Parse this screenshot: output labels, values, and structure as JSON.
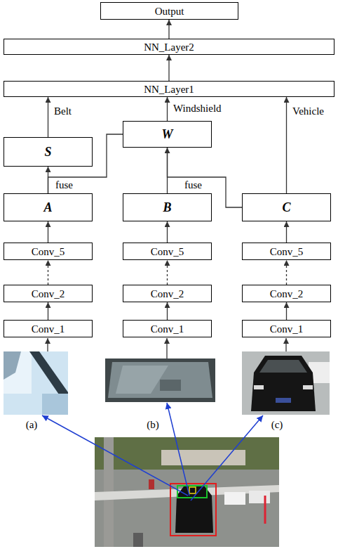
{
  "diagram": {
    "nodes": [
      {
        "text": [
          "Output"
        ]
      },
      {
        "text": [
          "NN_Layer2"
        ]
      },
      {
        "text": [
          "NN_Layer1"
        ]
      },
      {
        "text": [
          "S"
        ]
      },
      {
        "text": [
          "W"
        ]
      },
      {
        "text": [
          "A"
        ]
      },
      {
        "text": [
          "B"
        ]
      },
      {
        "text": [
          "C"
        ]
      },
      {
        "text": [
          "Conv_5"
        ]
      },
      {
        "text": [
          "Conv_5"
        ]
      },
      {
        "text": [
          "Conv_5"
        ]
      },
      {
        "text": [
          "Conv_2"
        ]
      },
      {
        "text": [
          "Conv_2"
        ]
      },
      {
        "text": [
          "Conv_2"
        ]
      },
      {
        "text": [
          "Conv_1"
        ]
      },
      {
        "text": [
          "Conv_1"
        ]
      },
      {
        "text": [
          "Conv_1"
        ]
      }
    ],
    "edges": [
      {
        "from": 1,
        "to": 0,
        "arrow": "to"
      },
      {
        "from": 2,
        "to": 1,
        "arrow": "to"
      },
      {
        "from": 3,
        "to": 2,
        "label": "Belt",
        "arrow": "to"
      },
      {
        "from": 4,
        "to": 2,
        "label": "Windshield",
        "arrow": "to"
      },
      {
        "from": 7,
        "to": 2,
        "label": "Vehicle",
        "arrow": "to"
      },
      {
        "from": 5,
        "to": 3,
        "arrow": "to"
      },
      {
        "from": 5,
        "to": 4,
        "label": "fuse",
        "arrow": "none"
      },
      {
        "from": 6,
        "to": 4,
        "arrow": "to"
      },
      {
        "from": 7,
        "to": 4,
        "label": "fuse",
        "arrow": "none"
      },
      {
        "from": 8,
        "to": 5,
        "arrow": "to"
      },
      {
        "from": 9,
        "to": 6,
        "arrow": "to"
      },
      {
        "from": 10,
        "to": 7,
        "arrow": "to"
      },
      {
        "from": 11,
        "to": 8,
        "arrow": "to"
      },
      {
        "from": 12,
        "to": 9,
        "arrow": "to"
      },
      {
        "from": 13,
        "to": 10,
        "arrow": "to"
      },
      {
        "from": 14,
        "to": 11,
        "arrow": "to"
      },
      {
        "from": 15,
        "to": 12,
        "arrow": "to"
      },
      {
        "from": 16,
        "to": 13,
        "arrow": "to"
      }
    ],
    "labels": [
      "(a)",
      "(b)",
      "(c)"
    ]
  }
}
